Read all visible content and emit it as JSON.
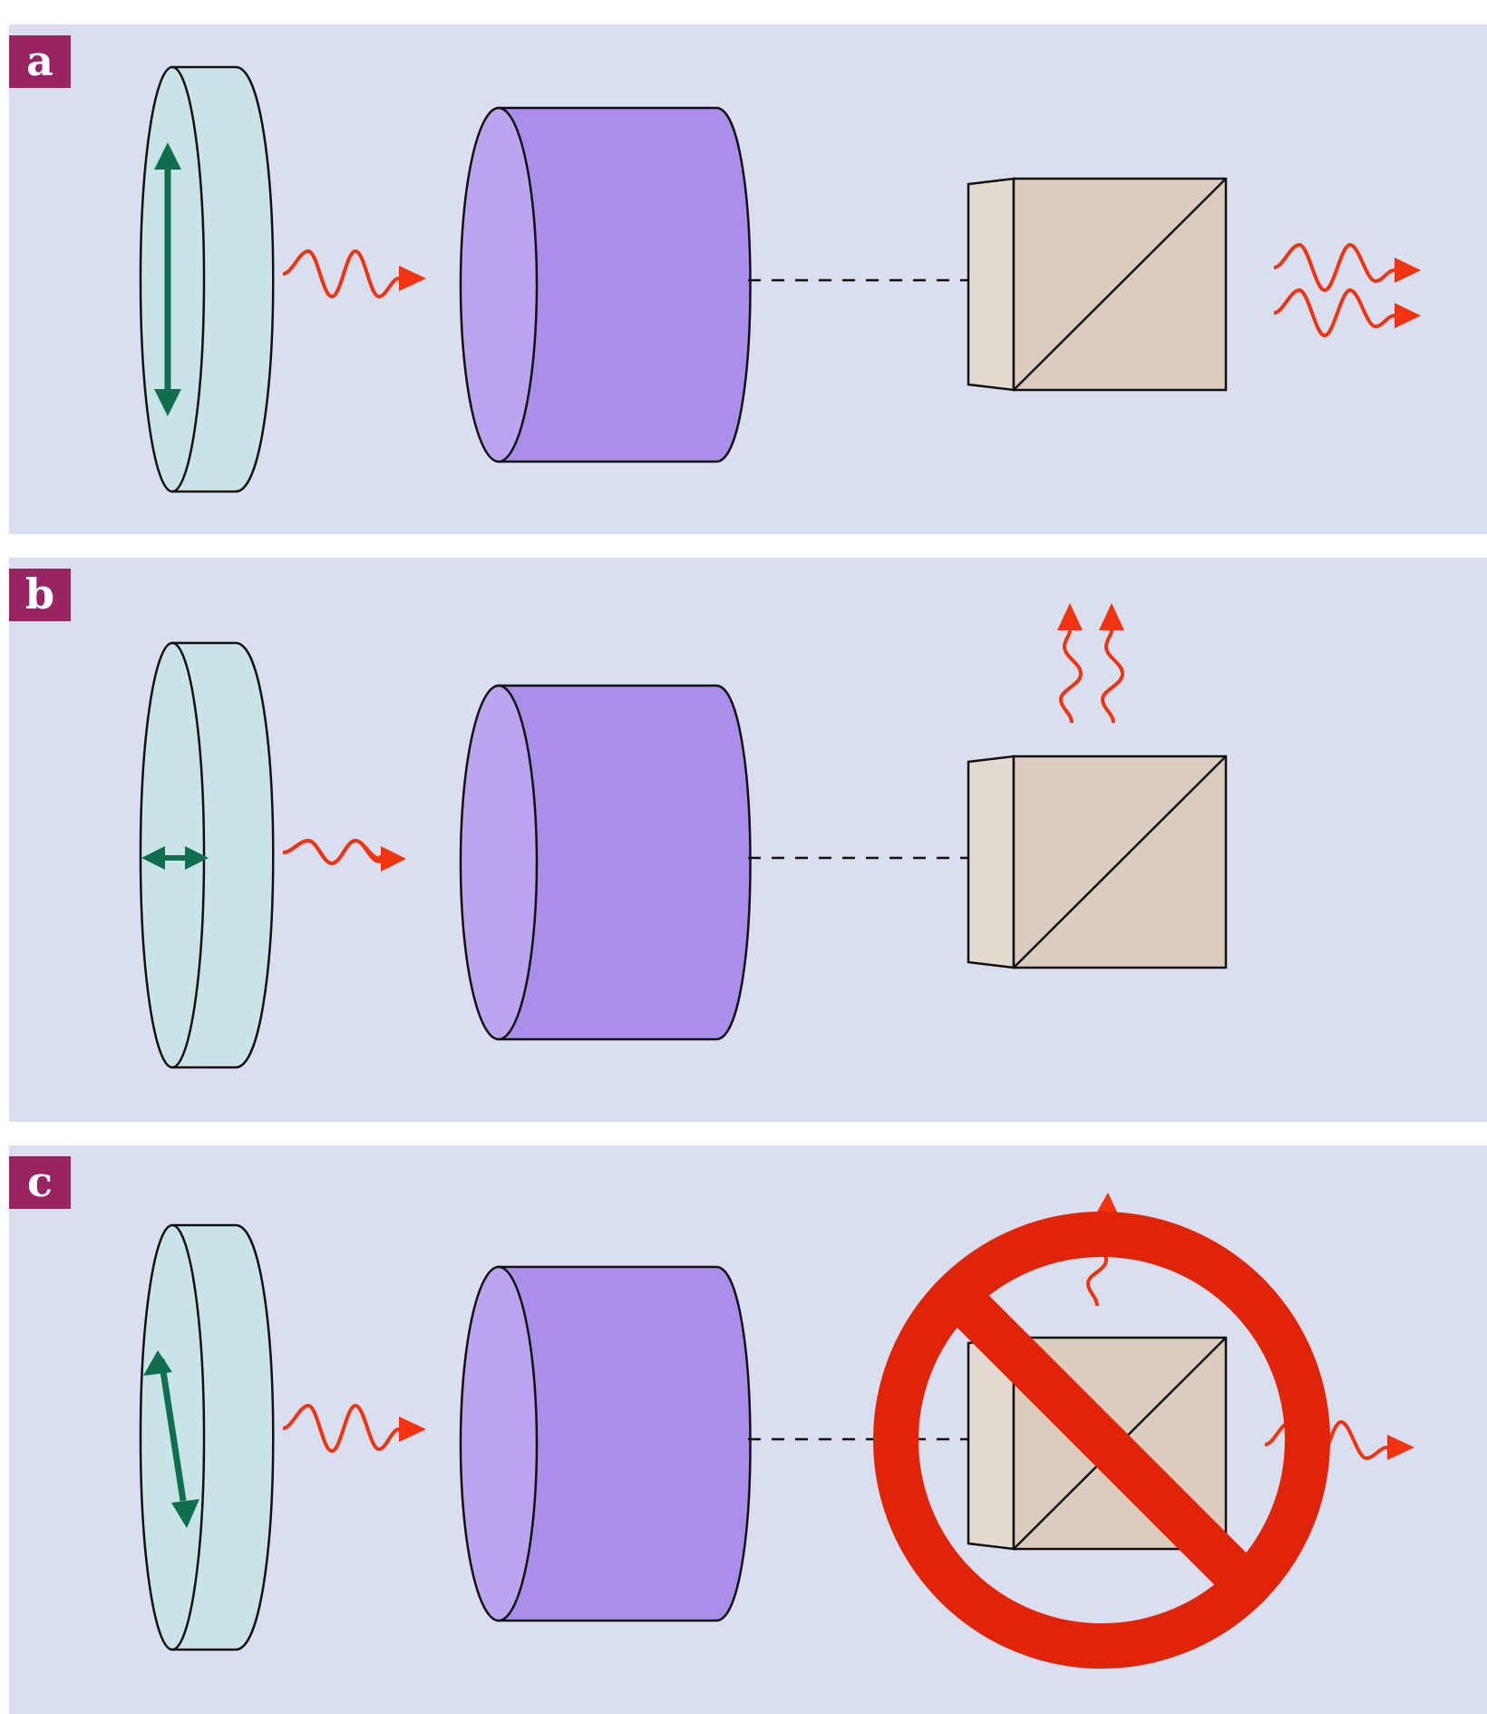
{
  "panels": [
    {
      "label": "a",
      "plate_arrow": "vertical",
      "outcome": "two-photons-transmitted"
    },
    {
      "label": "b",
      "plate_arrow": "short-horizontal",
      "outcome": "two-photons-reflected"
    },
    {
      "label": "c",
      "plate_arrow": "tilted",
      "outcome": "forbidden-split"
    }
  ],
  "colors": {
    "background": "#dadfef",
    "badge": "#992462",
    "waveplate_face": "#c8e4e6",
    "crystal_side": "#aa8fea",
    "crystal_face": "#bba5ef",
    "beam_splitter": "#dacdbd",
    "beam_splitter_side": "#e3dad2",
    "photon": "#f2330f",
    "polarization_arrow": "#0f6e4d",
    "prohibition": "#e02408"
  }
}
